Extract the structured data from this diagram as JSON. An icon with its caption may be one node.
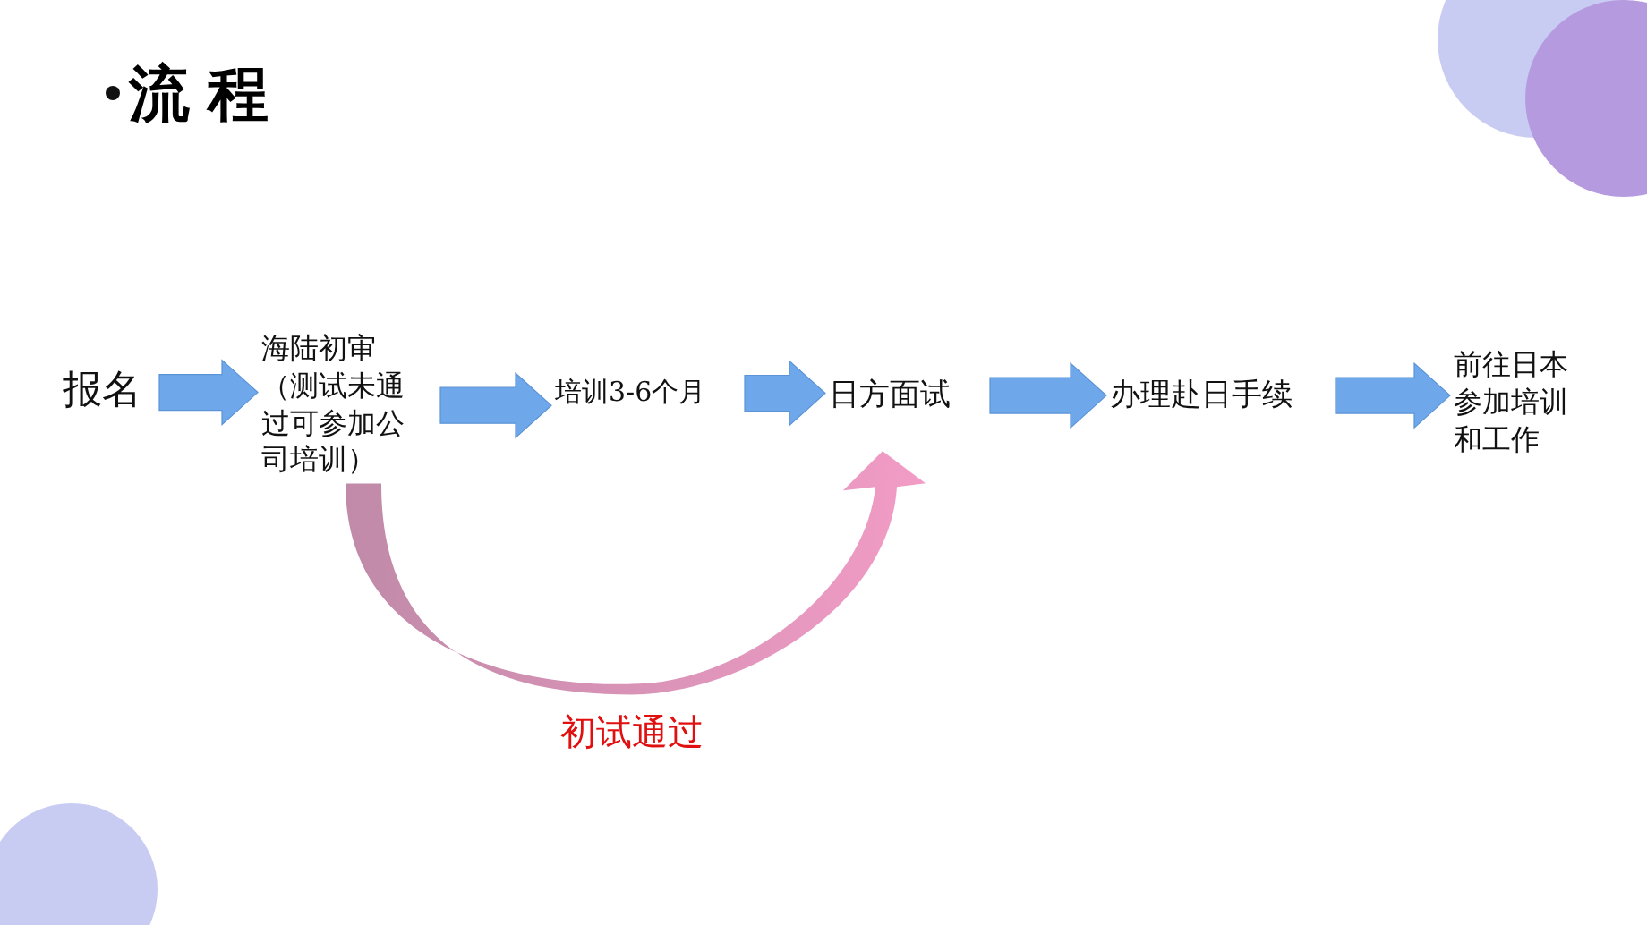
{
  "diagram": {
    "title": "流程",
    "nodes": [
      {
        "text": [
          "报名"
        ]
      },
      {
        "text": [
          "海陆初审（测试未通过可参加公司培训）"
        ]
      },
      {
        "text": [
          "培训3-6个月"
        ]
      },
      {
        "text": [
          "日方面试"
        ]
      },
      {
        "text": [
          "办理赴日手续"
        ]
      },
      {
        "text": [
          "前往日本参加培训和工作"
        ]
      }
    ],
    "edges": [
      {
        "from": 0,
        "to": 1,
        "arrow": "to"
      },
      {
        "from": 1,
        "to": 2,
        "arrow": "to"
      },
      {
        "from": 2,
        "to": 3,
        "arrow": "to"
      },
      {
        "from": 3,
        "to": 4,
        "arrow": "to"
      },
      {
        "from": 4,
        "to": 5,
        "arrow": "to"
      },
      {
        "from": 1,
        "to": 3,
        "arrow": "to",
        "label": "初试通过",
        "style": "thick",
        "color": "#f29cc6"
      }
    ]
  }
}
